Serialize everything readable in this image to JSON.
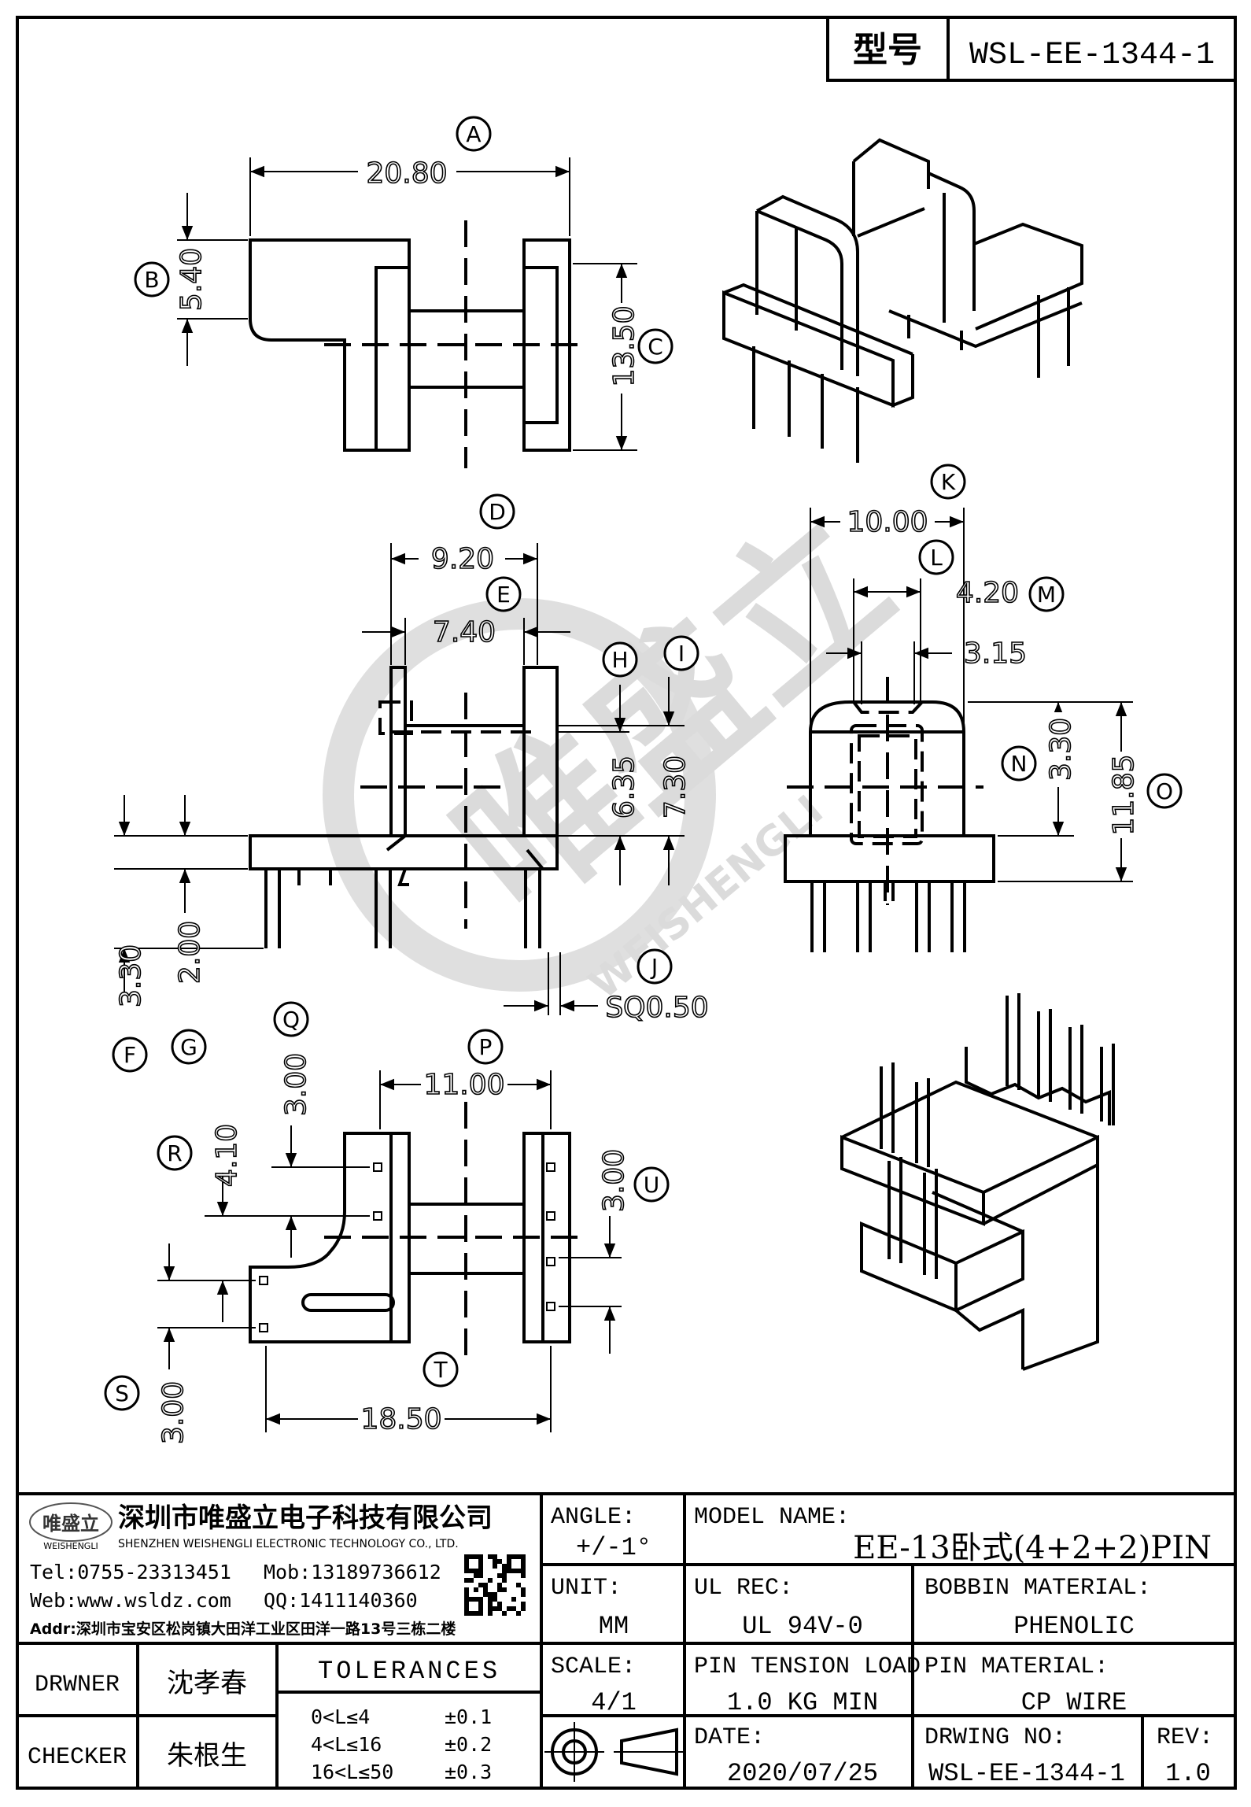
{
  "header": {
    "model_label": "型号",
    "model_value": "WSL-EE-1344-1"
  },
  "watermark": {
    "cn": "唯盛立",
    "en": "WEISHENGLI"
  },
  "dimensions": {
    "top_width": "20.80",
    "top_b": "5.40",
    "top_c": "13.50",
    "front_d": "9.20",
    "front_e": "7.40",
    "front_h": "6.35",
    "front_i": "7.30",
    "front_f": "3.30",
    "front_g": "2.00",
    "front_j": "SQ0.50",
    "side_k": "10.00",
    "side_l": "4.20",
    "side_m": "3.15",
    "side_n": "3.30",
    "side_o": "11.85",
    "bottom_p": "11.00",
    "bottom_q": "3.00",
    "bottom_r": "4.10",
    "bottom_u": "3.00",
    "bottom_s": "3.00",
    "bottom_t": "18.50"
  },
  "callouts": [
    "A",
    "B",
    "C",
    "D",
    "E",
    "F",
    "G",
    "H",
    "I",
    "J",
    "K",
    "L",
    "M",
    "N",
    "O",
    "P",
    "Q",
    "R",
    "S",
    "T",
    "U"
  ],
  "title_block": {
    "company_cn": "深圳市唯盛立电子科技有限公司",
    "company_en": "SHENZHEN WEISHENGLI ELECTRONIC TECHNOLOGY CO., LTD.",
    "logo_cn": "唯盛立",
    "logo_en": "WEISHENGLI",
    "tel": "Tel:0755-23313451",
    "mob": "Mob:13189736612",
    "web": "Web:www.wsldz.com",
    "qq": "QQ:1411140360",
    "addr": "Addr:深圳市宝安区松岗镇大田洋工业区田洋一路13号三栋二楼",
    "angle_label": "ANGLE:",
    "angle_value": "+/-1°",
    "model_name_label": "MODEL NAME:",
    "model_name_value": "EE-13卧式(4+2+2)PIN",
    "unit_label": "UNIT:",
    "unit_value": "MM",
    "ul_label": "UL REC:",
    "ul_value": "UL 94V-0",
    "bobbin_label": "BOBBIN MATERIAL:",
    "bobbin_value": "PHENOLIC",
    "drawer_label": "DRWNER",
    "drawer_value": "沈孝春",
    "checker_label": "CHECKER",
    "checker_value": "朱根生",
    "tolerances_label": "TOLERANCES",
    "tol_rows": [
      {
        "range": "0<L≤4",
        "tol": "±0.1"
      },
      {
        "range": "4<L≤16",
        "tol": "±0.2"
      },
      {
        "range": "16<L≤50",
        "tol": "±0.3"
      }
    ],
    "scale_label": "SCALE:",
    "scale_value": "4/1",
    "pin_tension_label": "PIN TENSION LOAD:",
    "pin_tension_value": "1.0 KG MIN",
    "pin_material_label": "PIN MATERIAL:",
    "pin_material_value": "CP WIRE",
    "date_label": "DATE:",
    "date_value": "2020/07/25",
    "drawing_no_label": "DRWING NO:",
    "drawing_no_value": "WSL-EE-1344-1",
    "rev_label": "REV:",
    "rev_value": "1.0"
  }
}
